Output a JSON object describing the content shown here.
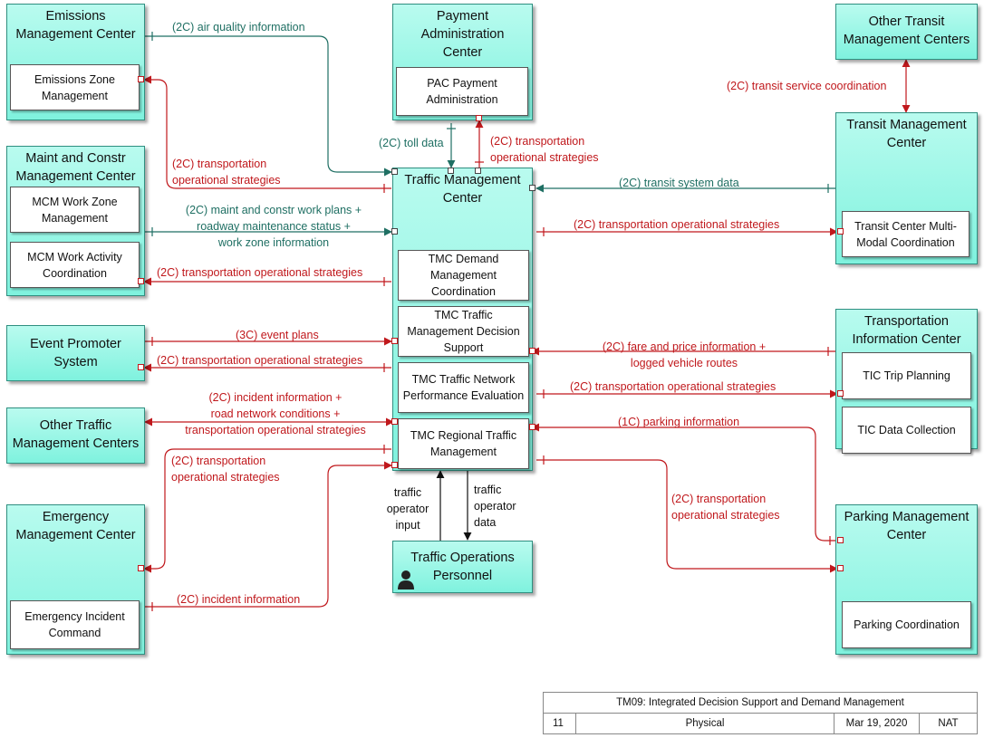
{
  "nodes": {
    "emissions": "Emissions\nManagement Center",
    "emissions_zone": "Emissions Zone Management",
    "pac": "Payment\nAdministration\nCenter",
    "pac_sub": "PAC Payment Administration",
    "other_transit": "Other Transit\nManagement Centers",
    "transit_mgmt": "Transit Management\nCenter",
    "transit_multimodal": "Transit Center Multi-Modal Coordination",
    "maint": "Maint and Constr\nManagement Center",
    "mcm_work_zone": "MCM Work Zone Management",
    "mcm_work_activity": "MCM Work Activity Coordination",
    "tmc": "Traffic Management\nCenter",
    "tmc_demand": "TMC Demand Management Coordination",
    "tmc_decision": "TMC Traffic Management Decision Support",
    "tmc_network": "TMC Traffic Network Performance Evaluation",
    "tmc_regional": "TMC Regional Traffic Management",
    "event_promoter": "Event Promoter\nSystem",
    "tic": "Transportation\nInformation Center",
    "tic_trip": "TIC Trip Planning",
    "tic_data": "TIC Data Collection",
    "other_traffic": "Other Traffic\nManagement Centers",
    "emergency": "Emergency\nManagement Center",
    "emergency_incident": "Emergency Incident Command",
    "operators": "Traffic Operations\nPersonnel",
    "parking": "Parking Management\nCenter",
    "parking_coord": "Parking Coordination"
  },
  "flows": {
    "air_quality": "(2C) air quality information",
    "tos_emissions": "(2C) transportation\noperational strategies",
    "toll_data": "(2C) toll data",
    "tos_pac": "(2C) transportation\noperational strategies",
    "transit_service": "(2C) transit service coordination",
    "transit_system": "(2C) transit system data",
    "tos_transit": "(2C) transportation operational strategies",
    "maint_plans": "(2C) maint and constr work plans +\nroadway maintenance status +\nwork zone information",
    "tos_maint": "(2C) transportation operational strategies",
    "event_plans": "(3C) event plans",
    "tos_event": "(2C) transportation operational strategies",
    "fare_price": "(2C) fare and price information +\nlogged vehicle routes",
    "tos_tic": "(2C) transportation operational strategies",
    "incident_road": "(2C) incident information +\nroad network conditions +\ntransportation operational strategies",
    "parking_info": "(1C) parking information",
    "tos_emergency": "(2C) transportation\noperational strategies",
    "tos_parking": "(2C) transportation\noperational strategies",
    "incident_info": "(2C) incident information",
    "operator_input": "traffic\noperator\ninput",
    "operator_data": "traffic\noperator\ndata"
  },
  "footer": {
    "title": "TM09: Integrated Decision Support and Demand Management",
    "page": "11",
    "view": "Physical",
    "date": "Mar 19, 2020",
    "scope": "NAT"
  },
  "colors": {
    "node_fill": "#7ff2de",
    "red_flow": "#c0181c",
    "teal_flow": "#1f6f63"
  },
  "icons": {
    "operators": "person-icon"
  }
}
